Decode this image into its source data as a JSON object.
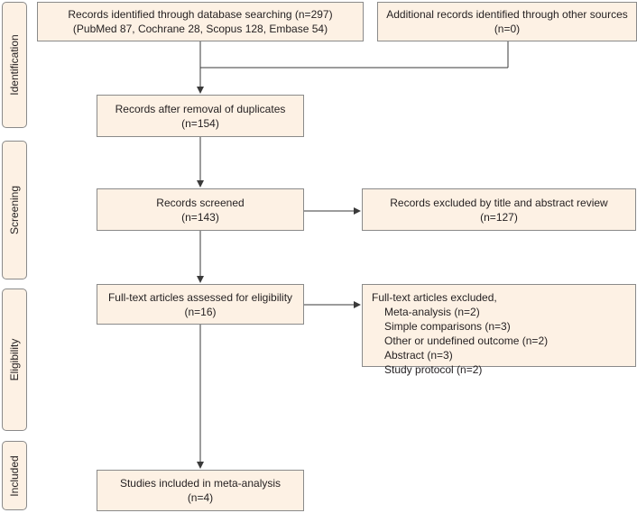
{
  "stages": [
    {
      "label": "Identification"
    },
    {
      "label": "Screening"
    },
    {
      "label": "Eligibility"
    },
    {
      "label": "Included"
    }
  ],
  "boxes": {
    "db_search": {
      "line1": "Records identified through database searching (n=297)",
      "line2": "(PubMed 87, Cochrane 28, Scopus 128, Embase 54)"
    },
    "other_sources": {
      "line1": "Additional records identified through other sources",
      "line2": "(n=0)"
    },
    "after_duplicates": {
      "line1": "Records after removal of duplicates",
      "line2": "(n=154)"
    },
    "screened": {
      "line1": "Records screened",
      "line2": "(n=143)"
    },
    "excluded_title": {
      "line1": "Records excluded by title and abstract review",
      "line2": "(n=127)"
    },
    "fulltext": {
      "line1": "Full-text articles assessed for eligibility",
      "line2": "(n=16)"
    },
    "fulltext_excluded": {
      "title": "Full-text articles excluded,",
      "items": [
        "Meta-analysis (n=2)",
        "Simple comparisons (n=3)",
        "Other or undefined outcome (n=2)",
        "Abstract (n=3)",
        "Study protocol (n=2)"
      ]
    },
    "included": {
      "line1": "Studies included in meta-analysis",
      "line2": "(n=4)"
    }
  },
  "colors": {
    "box_fill": "#fdf1e4",
    "box_border": "#8a8a8a",
    "arrow": "#3a3a3a"
  }
}
